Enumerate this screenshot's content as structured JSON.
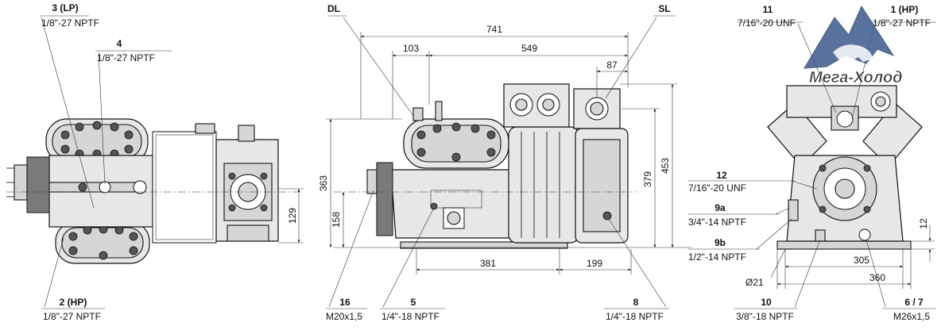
{
  "view_left": {
    "conn_3": {
      "num": "3 (LP)",
      "spec": "1/8\"-27 NPTF"
    },
    "conn_4": {
      "num": "4",
      "spec": "1/8\"-27 NPTF"
    },
    "conn_2": {
      "num": "2 (HP)",
      "spec": "1/8\"-27 NPTF"
    },
    "dim_129": "129"
  },
  "view_middle": {
    "label_dl": "DL",
    "label_sl": "SL",
    "dim_741": "741",
    "dim_103": "103",
    "dim_549": "549",
    "dim_87": "87",
    "dim_363": "363",
    "dim_158": "158",
    "dim_379": "379",
    "dim_453": "453",
    "dim_381": "381",
    "dim_199": "199",
    "conn_16": {
      "num": "16",
      "spec": "M20x1,5"
    },
    "conn_5": {
      "num": "5",
      "spec": "1/4\"-18 NPTF"
    },
    "conn_8": {
      "num": "8",
      "spec": "1/4\"-18 NPTF"
    }
  },
  "view_right": {
    "conn_11": {
      "num": "11",
      "spec": "7/16\"-20 UNF"
    },
    "conn_1": {
      "num": "1 (HP)",
      "spec": "1/8\"-27 NPTF"
    },
    "conn_12": {
      "num": "12",
      "spec": "7/16\"-20 UNF"
    },
    "conn_9a": {
      "num": "9a",
      "spec": "3/4\"-14 NPTF"
    },
    "conn_9b": {
      "num": "9b",
      "spec": "1/2\"-14 NPTF"
    },
    "dim_d21": "Ø21",
    "dim_305": "305",
    "dim_360": "360",
    "dim_12": "12",
    "conn_10": {
      "num": "10",
      "spec": "3/8\"-18 NPTF"
    },
    "conn_67": {
      "num": "6 / 7",
      "spec": "M26x1,5"
    }
  },
  "watermark": {
    "text": "Мега-Холод",
    "icon": "bear-mountain-logo-icon"
  },
  "colors": {
    "line": "#222222",
    "body": "#e7e7e7",
    "watermark": "#3b5a8c"
  }
}
